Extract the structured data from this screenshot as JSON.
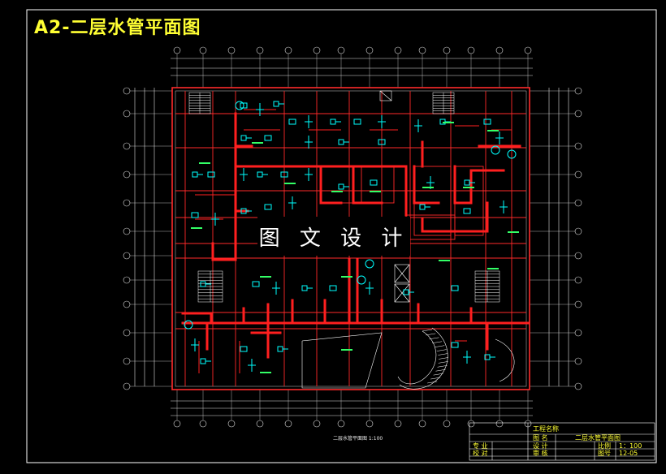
{
  "drawing_title": "A2-二层水管平面图",
  "watermark": "图 文 设 计",
  "plan_caption": "二层水管平面图 1:100",
  "title_block": {
    "project_name": "工程名称",
    "drawing_name_label": "图    名",
    "drawing_name": "二层水管平面图",
    "label_major": "专 业",
    "label_design": "设 计",
    "label_scale": "比例",
    "scale": "1：100",
    "label_check": "校 对",
    "label_review": "审 核",
    "label_drawing_no": "图号",
    "drawing_no": "12-05"
  },
  "colors": {
    "frame": "#ffffff",
    "wall": "#ff2a2a",
    "pipe": "#ff1f1f",
    "fixture": "#00ffff",
    "fixture_green": "#33ff66",
    "dimension": "#e0e0e0",
    "title_yellow": "#ffff33",
    "stair": "#ffffff"
  }
}
